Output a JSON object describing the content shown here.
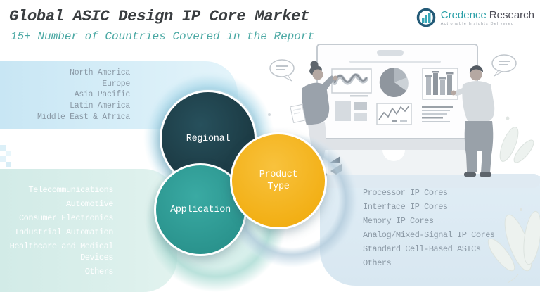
{
  "header": {
    "title": "Global ASIC Design IP Core Market",
    "subtitle": "15+ Number of Countries Covered in the Report"
  },
  "logo": {
    "name_primary": "Credence",
    "name_secondary": "Research",
    "tagline": "Actionable Insights Delivered"
  },
  "segments": {
    "regional": {
      "label": "Regional",
      "color": "#1e3c46",
      "items": [
        "North America",
        "Europe",
        "Asia Pacific",
        "Latin America",
        "Middle East & Africa"
      ]
    },
    "application": {
      "label": "Application",
      "color": "#2f9d97",
      "items": [
        "Telecommunications",
        "Automotive",
        "Consumer Electronics",
        "Industrial Automation",
        "Healthcare and Medical Devices",
        "Others"
      ]
    },
    "product_type": {
      "label": "Product Type",
      "color": "#f4b41f",
      "items": [
        "Processor IP Cores",
        "Interface IP Cores",
        "Memory IP Cores",
        "Analog/Mixed-Signal IP Cores",
        "Standard Cell-Based ASICs",
        "Others"
      ]
    }
  },
  "illustration": {
    "elements": [
      "presentation-board",
      "wavy-line-chart",
      "pie-chart",
      "bar-chart",
      "line-chart",
      "text-block",
      "presenter-woman",
      "presenter-man",
      "speech-bubbles",
      "leaves-decoration"
    ]
  }
}
